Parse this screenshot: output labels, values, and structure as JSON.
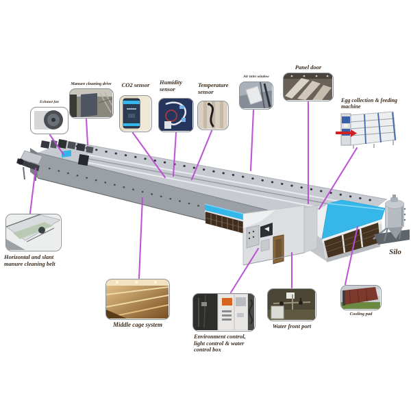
{
  "diagram": {
    "subject": "poultry house equipment callout diagram",
    "colors": {
      "background": "#ffffff",
      "callout_line": "#bc4cd4",
      "label_text": "#3b2b1d",
      "roof_gray": "#c7cbd1",
      "wall_gray": "#9ba0a7",
      "awning_cyan": "#35b7ea",
      "cooling_pad_brown": "#46331f"
    }
  },
  "labels": {
    "exhaust_fan": "Exhaust fan",
    "manure_cleaning_drive": "Manure cleaning drive",
    "co2_sensor": "CO2 sensor",
    "humidity_sensor": "Humidity sensor",
    "temperature_sensor": "Temperature sensor",
    "air_inlet_window": "Air inlet window",
    "panel_door": "Panel door",
    "egg_collection_feeding_machine": "Egg collection & feeding machine",
    "horizontal_slant_manure_belt": "Horizontal and slant manure cleaning belt",
    "middle_cage_system": "Middle cage system",
    "environment_control_box": "Environment control, light control & water control box",
    "water_front_port": "Water front port",
    "cooling_pad": "Cooling pad",
    "silo": "Silo"
  }
}
